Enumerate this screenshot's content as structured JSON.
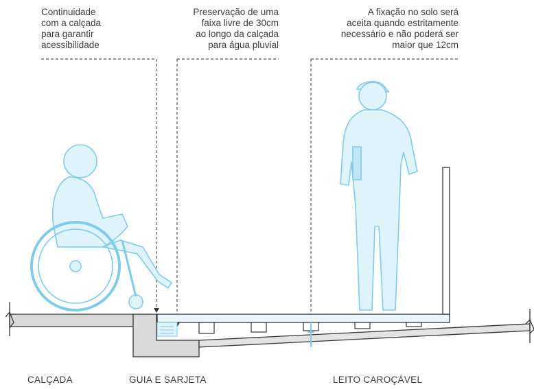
{
  "annotations": {
    "continuity": "Continuidade\ncom a calçada\npara garantir\nacessibilidade",
    "preservation": "Preservação de uma\nfaixa livre de 30cm\nao longo da calçada\npara água pluvial",
    "fixation": "A fixação no solo será\naceita quando estritamente\nnecessário e não poderá ser\nmaior que 12cm"
  },
  "section_labels": {
    "sidewalk": "CALÇADA",
    "curb": "GUIA E SARJETA",
    "roadway": "LEITO CAROÇÁVEL"
  },
  "colors": {
    "figure_fill": "#dff3fb",
    "figure_stroke": "#7fcbe8",
    "concrete": "#d9d9d9",
    "line": "#333333",
    "deck": "#eaf6fb"
  },
  "icons": [
    "wheelchair-user-figure",
    "standing-person-figure"
  ]
}
